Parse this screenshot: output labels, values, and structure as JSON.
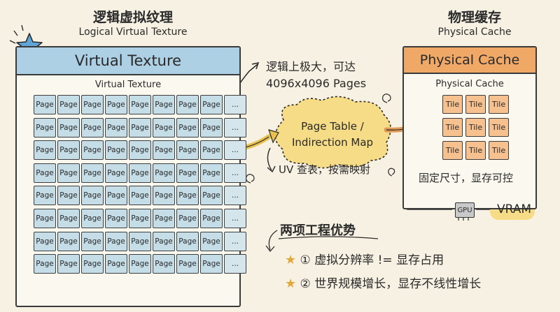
{
  "virtual_texture": {
    "title_zh": "逻辑虚拟纹理",
    "title_en": "Logical Virtual Texture",
    "header": "Virtual Texture",
    "inner_label": "Virtual Texture",
    "grid": {
      "rows": 8,
      "page_label": "Page",
      "pages_per_row": 8,
      "more_label": "..."
    },
    "range_note_line1": "逻辑上极大，可达",
    "range_note_line2": "4096x4096 Pages"
  },
  "page_table": {
    "line1": "Page Table /",
    "line2": "Indirection Map",
    "lookup_note": "UV 查表，按需映射"
  },
  "physical_cache": {
    "title_zh": "物理缓存",
    "title_en": "Physical Cache",
    "header": "Physical Cache",
    "inner_label": "Physical Cache",
    "tile_label": "Tile",
    "tile_rows": 3,
    "tile_cols": 3,
    "fixed_note": "固定尺寸，显存可控",
    "gpu_label": "GPU",
    "vram_label": "VRAM"
  },
  "advantages": {
    "title": "两项工程优势",
    "items": [
      {
        "marker": "①",
        "text": "虚拟分辨率 != 显存占用"
      },
      {
        "marker": "②",
        "text": "世界规模增长，显存不线性增长"
      }
    ]
  },
  "colors": {
    "vt_header": "#aed0e4",
    "page_cell": "#c4dde6",
    "pc_header": "#f0a867",
    "tile_cell": "#f6c08f",
    "highlight": "#f6dc86",
    "star": "#5fa6d6"
  }
}
